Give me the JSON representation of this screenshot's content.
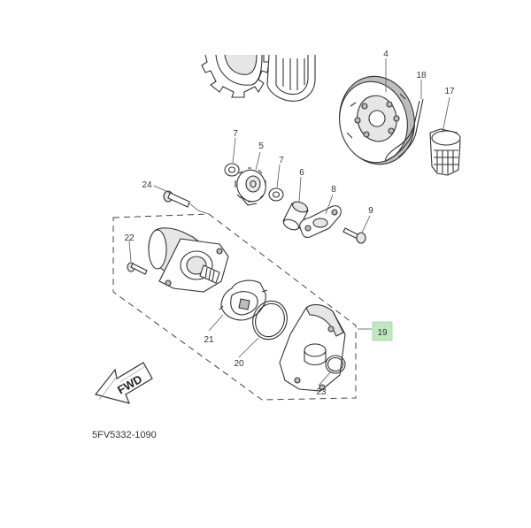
{
  "diagram": {
    "code": "5FV5332-1090",
    "direction_label": "FWD",
    "highlight_color": "#bfe8c0",
    "parts": {
      "p4": "4",
      "p5": "5",
      "p6": "6",
      "p7a": "7",
      "p7b": "7",
      "p8": "8",
      "p9": "9",
      "p17": "17",
      "p18": "18",
      "p19": "19",
      "p20": "20",
      "p21": "21",
      "p22": "22",
      "p23": "23",
      "p24": "24"
    }
  }
}
